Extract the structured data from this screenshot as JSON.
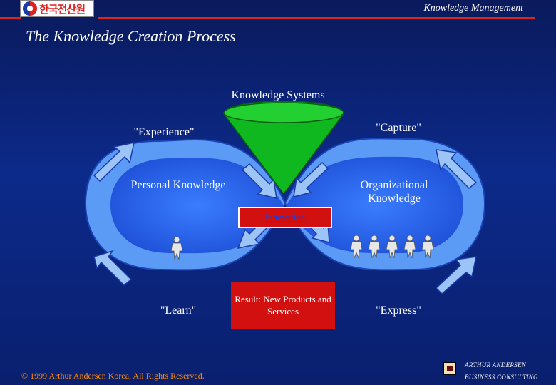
{
  "header": {
    "logo_text": "한국전산원",
    "right_title": "Knowledge Management"
  },
  "title": "The Knowledge Creation Process",
  "diagram": {
    "knowledge_systems": "Knowledge Systems",
    "experience": "\"Experience\"",
    "capture": "\"Capture\"",
    "personal_knowledge": "Personal Knowledge",
    "organizational_knowledge": "Organizational Knowledge",
    "innovation": "Innovation",
    "learn": "\"Learn\"",
    "express": "\"Express\"",
    "result": "Result: New Products and Services"
  },
  "footer": {
    "copyright": "© 1999 Arthur Andersen Korea, All Rights Reserved.",
    "aa_line1": "ARTHUR ANDERSEN",
    "aa_line2": "BUSINESS CONSULTING"
  },
  "colors": {
    "background": "#0c2a8a",
    "loop_fill": "#2f6bf0",
    "arrow_fill": "#6fa6f3",
    "funnel": "#10b820",
    "red_box": "#d21010",
    "accent_line": "#dd2222",
    "copyright_text": "#ff8a00"
  }
}
